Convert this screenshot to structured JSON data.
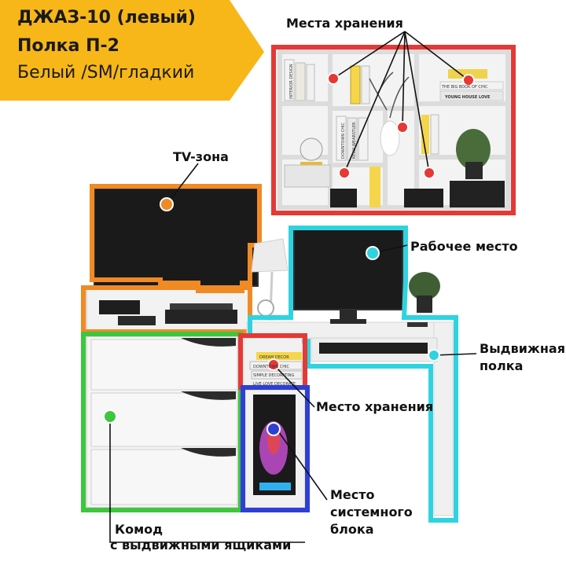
{
  "banner": {
    "title": "ДЖАЗ-10 (левый)",
    "subtitle": "Полка П-2",
    "finish": "Белый /SM/гладкий",
    "color": "#f7b718"
  },
  "labels": {
    "storage_shelf": "Места хранения",
    "tv_zone": "TV-зона",
    "workplace": "Рабочее место",
    "pullout_shelf_line1": "Выдвижная",
    "pullout_shelf_line2": "полка",
    "storage_small": "Место хранения",
    "pc_block_line1": "Место",
    "pc_block_line2": "системного",
    "pc_block_line3": "блока",
    "dresser_line1": "Комод",
    "dresser_line2": "с  выдвижными ящиками"
  },
  "book_spines": {
    "s1": "INTERIOR DESIGN",
    "s2": "DOWNTOWN CHIC",
    "s3": "KELLY WEARSTLER",
    "s4": "THE BIG BOOK OF CHIC",
    "s5": "YOUNG HOUSE LOVE",
    "s6": "DREAM DECOR",
    "s7": "DOWNTOWN CHIC",
    "s8": "SIMPLE DECORATING",
    "s9": "LIVE LOVE DECORATE"
  },
  "zone_colors": {
    "storage": "#e53935",
    "tv": "#f08a24",
    "workplace": "#2fd3e0",
    "dresser": "#3ec63e",
    "pc_block": "#2f3fd6",
    "small_storage": "#e53935"
  }
}
